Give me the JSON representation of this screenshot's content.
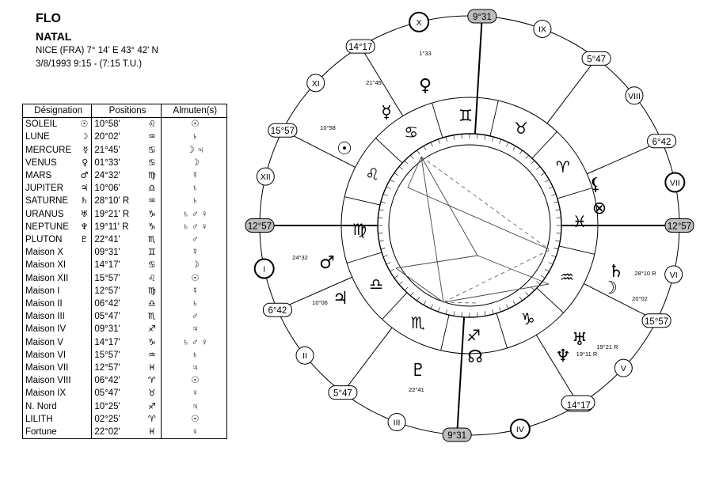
{
  "header": {
    "name": "FLO",
    "title": "NATAL",
    "place": "NICE (FRA) 7° 14' E 43° 42' N",
    "date": "3/8/1993 9:15 - (7:15 T.U.)"
  },
  "table": {
    "headers": [
      "Désignation",
      "Positions",
      "Almuten(s)"
    ],
    "rows": [
      {
        "name": "SOLEIL",
        "sym": "☉",
        "pos": "10°58'",
        "sign": "♌",
        "alm": "☉"
      },
      {
        "name": "LUNE",
        "sym": "☽",
        "pos": "20°02'",
        "sign": "♒",
        "alm": "♄"
      },
      {
        "name": "MERCURE",
        "sym": "☿",
        "pos": "21°45'",
        "sign": "♋",
        "alm": "☽ ♃"
      },
      {
        "name": "VENUS",
        "sym": "♀",
        "pos": "01°33'",
        "sign": "♋",
        "alm": "☽"
      },
      {
        "name": "MARS",
        "sym": "♂",
        "pos": "24°32'",
        "sign": "♍",
        "alm": "☿"
      },
      {
        "name": "JUPITER",
        "sym": "♃",
        "pos": "10°06'",
        "sign": "♎",
        "alm": "♄"
      },
      {
        "name": "SATURNE",
        "sym": "♄",
        "pos": "28°10' R",
        "sign": "♒",
        "alm": "♄"
      },
      {
        "name": "URANUS",
        "sym": "♅",
        "pos": "19°21' R",
        "sign": "♑",
        "alm": "♄ ♂ ♀"
      },
      {
        "name": "NEPTUNE",
        "sym": "♆",
        "pos": "19°11' R",
        "sign": "♑",
        "alm": "♄ ♂ ♀"
      },
      {
        "name": "PLUTON",
        "sym": "♇",
        "pos": "22°41'",
        "sign": "♏",
        "alm": "♂"
      },
      {
        "name": "Maison X",
        "sym": "",
        "pos": "09°31'",
        "sign": "♊",
        "alm": "☿"
      },
      {
        "name": "Maison XI",
        "sym": "",
        "pos": "14°17'",
        "sign": "♋",
        "alm": "☽"
      },
      {
        "name": "Maison XII",
        "sym": "",
        "pos": "15°57'",
        "sign": "♌",
        "alm": "☉"
      },
      {
        "name": "Maison I",
        "sym": "",
        "pos": "12°57'",
        "sign": "♍",
        "alm": "☿"
      },
      {
        "name": "Maison II",
        "sym": "",
        "pos": "06°42'",
        "sign": "♎",
        "alm": "♄"
      },
      {
        "name": "Maison III",
        "sym": "",
        "pos": "05°47'",
        "sign": "♏",
        "alm": "♂"
      },
      {
        "name": "Maison IV",
        "sym": "",
        "pos": "09°31'",
        "sign": "♐",
        "alm": "♃"
      },
      {
        "name": "Maison V",
        "sym": "",
        "pos": "14°17'",
        "sign": "♑",
        "alm": "♄ ♂ ♀"
      },
      {
        "name": "Maison VI",
        "sym": "",
        "pos": "15°57'",
        "sign": "♒",
        "alm": "♄"
      },
      {
        "name": "Maison VII",
        "sym": "",
        "pos": "12°57'",
        "sign": "♓",
        "alm": "♃"
      },
      {
        "name": "Maison VIII",
        "sym": "",
        "pos": "06°42'",
        "sign": "♈",
        "alm": "☉"
      },
      {
        "name": "Maison IX",
        "sym": "",
        "pos": "05°47'",
        "sign": "♉",
        "alm": "♀"
      },
      {
        "name": "N. Nord",
        "sym": "",
        "pos": "10°25'",
        "sign": "♐",
        "alm": "♃"
      },
      {
        "name": "LILITH",
        "sym": "",
        "pos": "02°25'",
        "sign": "♈",
        "alm": "☉"
      },
      {
        "name": "Fortune",
        "sym": "",
        "pos": "22°02'",
        "sign": "♓",
        "alm": "♀"
      }
    ]
  },
  "wheel": {
    "houses": [
      {
        "id": "X",
        "cusp": "9°31"
      },
      {
        "id": "XI",
        "cusp": "14°17"
      },
      {
        "id": "XII",
        "cusp": "15°57"
      },
      {
        "id": "I",
        "cusp": "12°57"
      },
      {
        "id": "II",
        "cusp": "6°42"
      },
      {
        "id": "III",
        "cusp": "5°47"
      },
      {
        "id": "IV",
        "cusp": "9°31"
      },
      {
        "id": "V",
        "cusp": "14°17"
      },
      {
        "id": "VI",
        "cusp": "15°57"
      },
      {
        "id": "VII",
        "cusp": "12°57"
      },
      {
        "id": "VIII",
        "cusp": "6°42"
      },
      {
        "id": "IX",
        "cusp": "5°47"
      }
    ],
    "signs": [
      "♈",
      "♉",
      "♊",
      "♋",
      "♌",
      "♍",
      "♎",
      "♏",
      "♐",
      "♑",
      "♒",
      "♓"
    ],
    "planets": [
      {
        "glyph": "♀",
        "label": "1°33"
      },
      {
        "glyph": "☿",
        "label": "21°45"
      },
      {
        "glyph": "☉",
        "label": "10°58"
      },
      {
        "glyph": "♂",
        "label": "24°32"
      },
      {
        "glyph": "♃",
        "label": "10°06"
      },
      {
        "glyph": "♇",
        "label": "22°41"
      },
      {
        "glyph": "☊",
        "label": ""
      },
      {
        "glyph": "♆",
        "label": "19°11 R"
      },
      {
        "glyph": "♅",
        "label": "19°21 R"
      },
      {
        "glyph": "☽",
        "label": "20°02"
      },
      {
        "glyph": "♄",
        "label": "28°10 R"
      },
      {
        "glyph": "⚸",
        "label": ""
      },
      {
        "glyph": "⊗",
        "label": ""
      }
    ]
  }
}
